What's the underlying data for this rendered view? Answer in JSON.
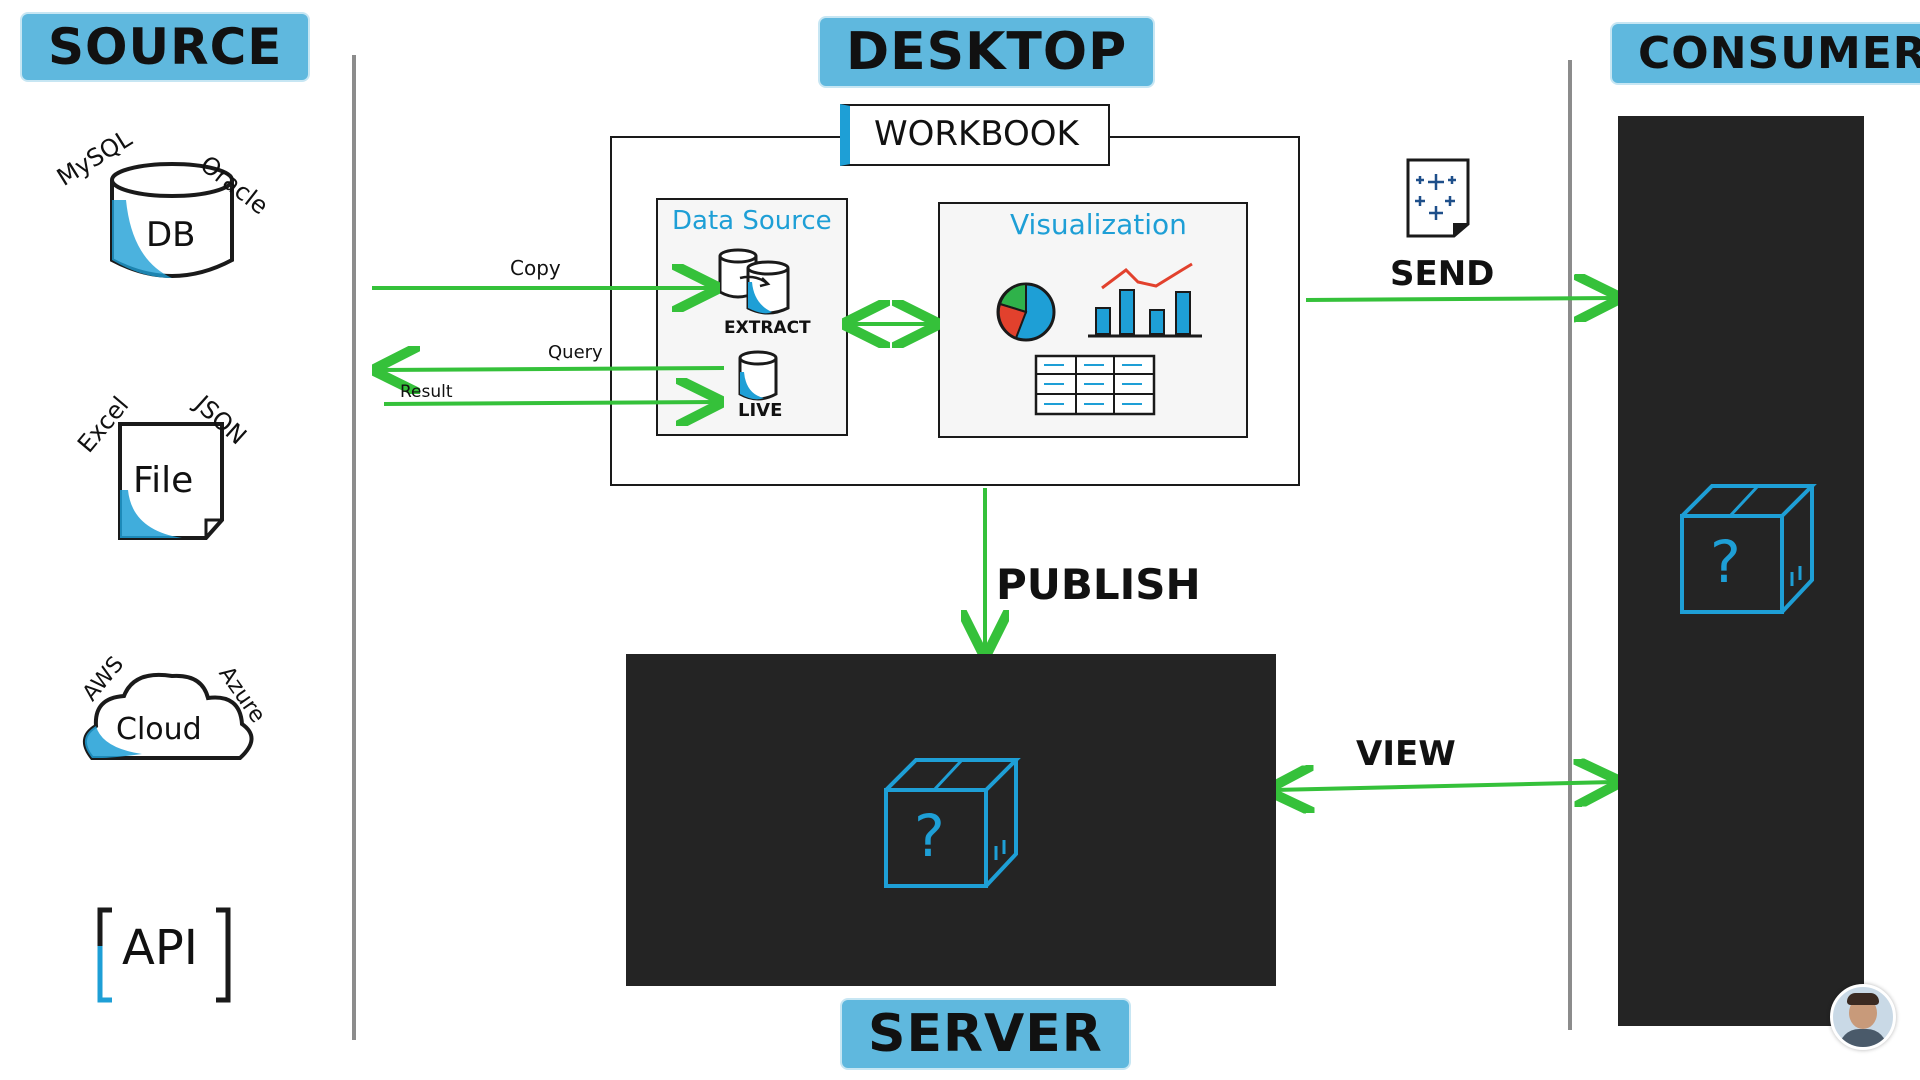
{
  "headers": {
    "source": "SOURCE",
    "desktop": "DESKTOP",
    "consumer": "CONSUMER",
    "server": "SERVER",
    "workbook": "WORKBOOK"
  },
  "sources": {
    "db": {
      "label": "DB",
      "left_tag": "MySQL",
      "right_tag": "Oracle"
    },
    "file": {
      "label": "File",
      "left_tag": "Excel",
      "right_tag": "JSON"
    },
    "cloud": {
      "label": "Cloud",
      "left_tag": "AWS",
      "right_tag": "Azure"
    },
    "api": {
      "label": "API"
    }
  },
  "workbook": {
    "data_source_title": "Data Source",
    "extract_label": "EXTRACT",
    "live_label": "LIVE",
    "visualization_title": "Visualization"
  },
  "arrows": {
    "copy": "Copy",
    "query": "Query",
    "result": "Result",
    "send": "SEND",
    "publish": "PUBLISH",
    "view": "VIEW"
  },
  "unknown_box_mark": "?",
  "colors": {
    "accent_blue": "#5fb8de",
    "icon_blue": "#1e9fd6",
    "arrow_green": "#35c13a",
    "dark_panel": "#242424",
    "divider_gray": "#8c8c8c"
  }
}
